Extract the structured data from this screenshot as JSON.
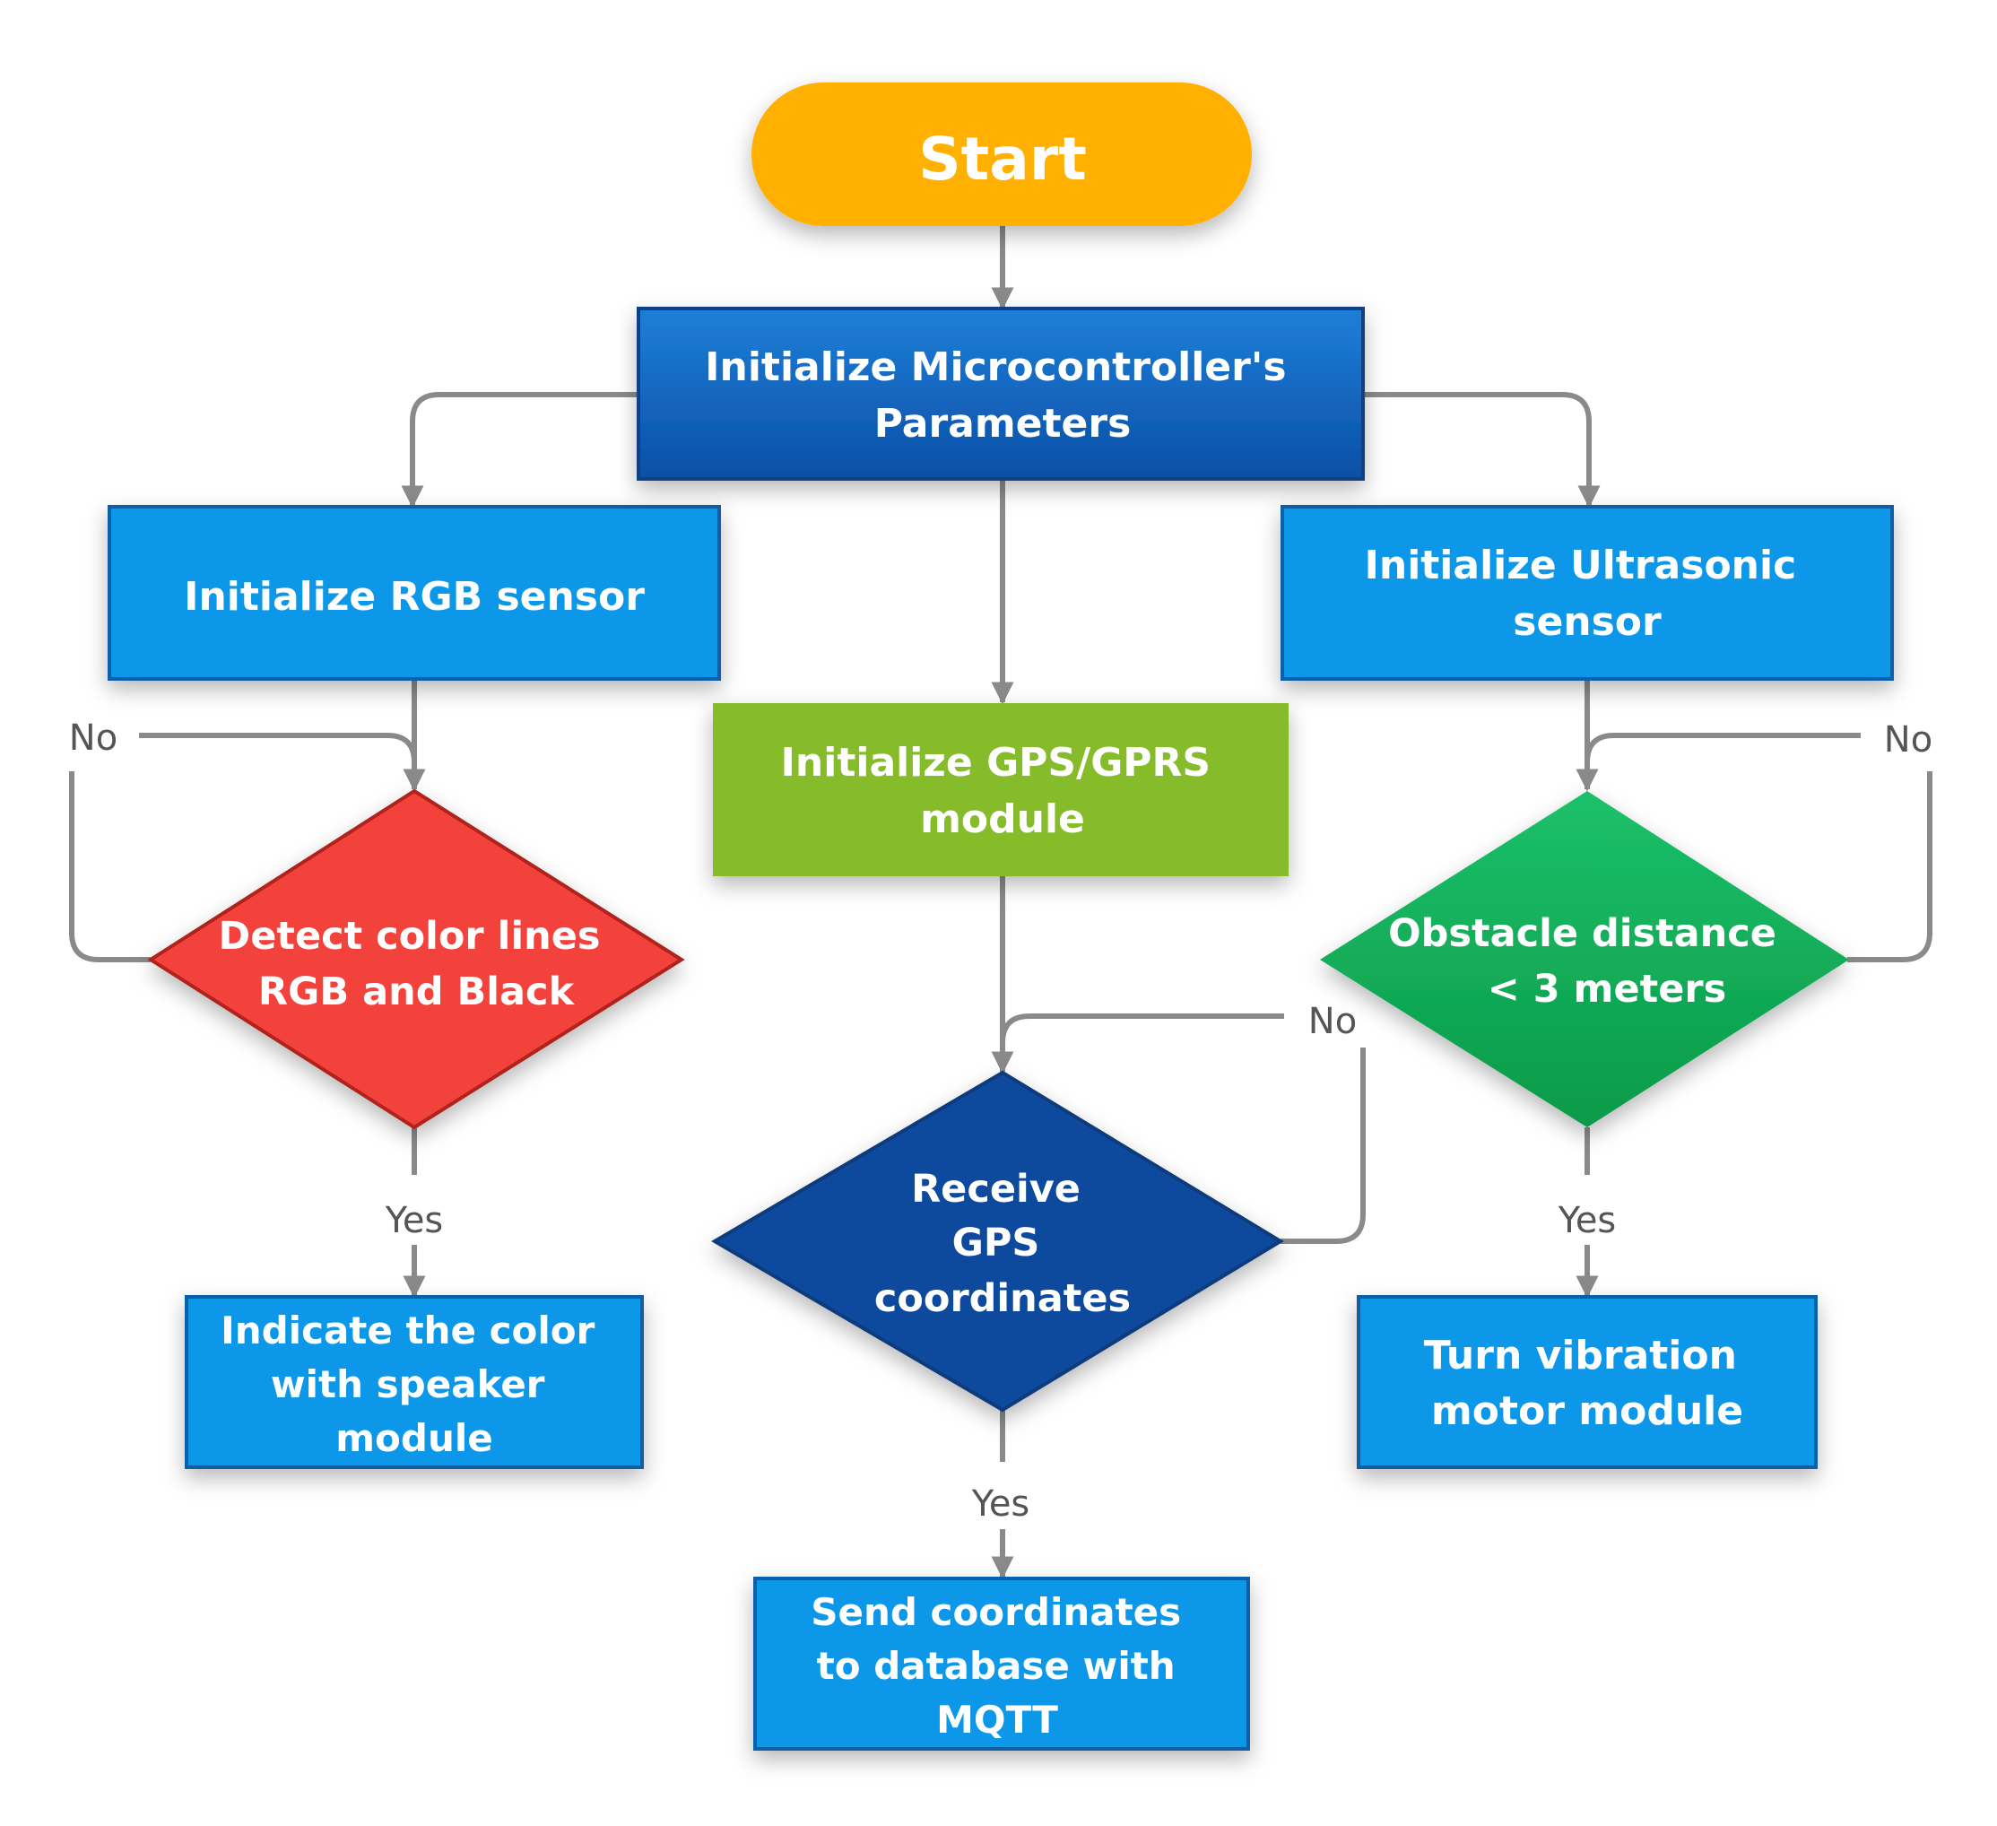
{
  "colors": {
    "start": "#FFB000",
    "init_micro": "#1565C0",
    "init_sensor": "#0C97E8",
    "gps_module": "#86BC2B",
    "detect_color": "#F2433B",
    "receive_gps": "#0A4A9C",
    "obstacle": "#13B05A",
    "output": "#0C97E8",
    "connector": "#8A8A8A"
  },
  "nodes": {
    "start": {
      "lines": [
        "Start"
      ]
    },
    "init_micro": {
      "lines": [
        "Initialize Microcontroller's",
        "Parameters"
      ]
    },
    "init_rgb": {
      "lines": [
        "Initialize RGB sensor"
      ]
    },
    "init_ultrasonic": {
      "lines": [
        "Initialize Ultrasonic",
        "sensor"
      ]
    },
    "init_gps": {
      "lines": [
        "Initialize GPS/GPRS",
        "module"
      ]
    },
    "detect_color": {
      "lines": [
        "Detect color lines",
        "RGB and Black"
      ]
    },
    "obstacle": {
      "lines": [
        "Obstacle distance",
        "< 3 meters"
      ]
    },
    "receive_gps": {
      "lines": [
        "Receive",
        "GPS",
        "coordinates"
      ]
    },
    "indicate_color": {
      "lines": [
        "Indicate the color",
        "with speaker",
        "module"
      ]
    },
    "vibration": {
      "lines": [
        "Turn vibration",
        "motor module"
      ]
    },
    "send_coords": {
      "lines": [
        "Send coordinates",
        "to database with",
        "MQTT"
      ]
    }
  },
  "labels": {
    "no_left": "No",
    "no_right": "No",
    "no_center": "No",
    "yes_left": "Yes",
    "yes_right": "Yes",
    "yes_center": "Yes"
  }
}
